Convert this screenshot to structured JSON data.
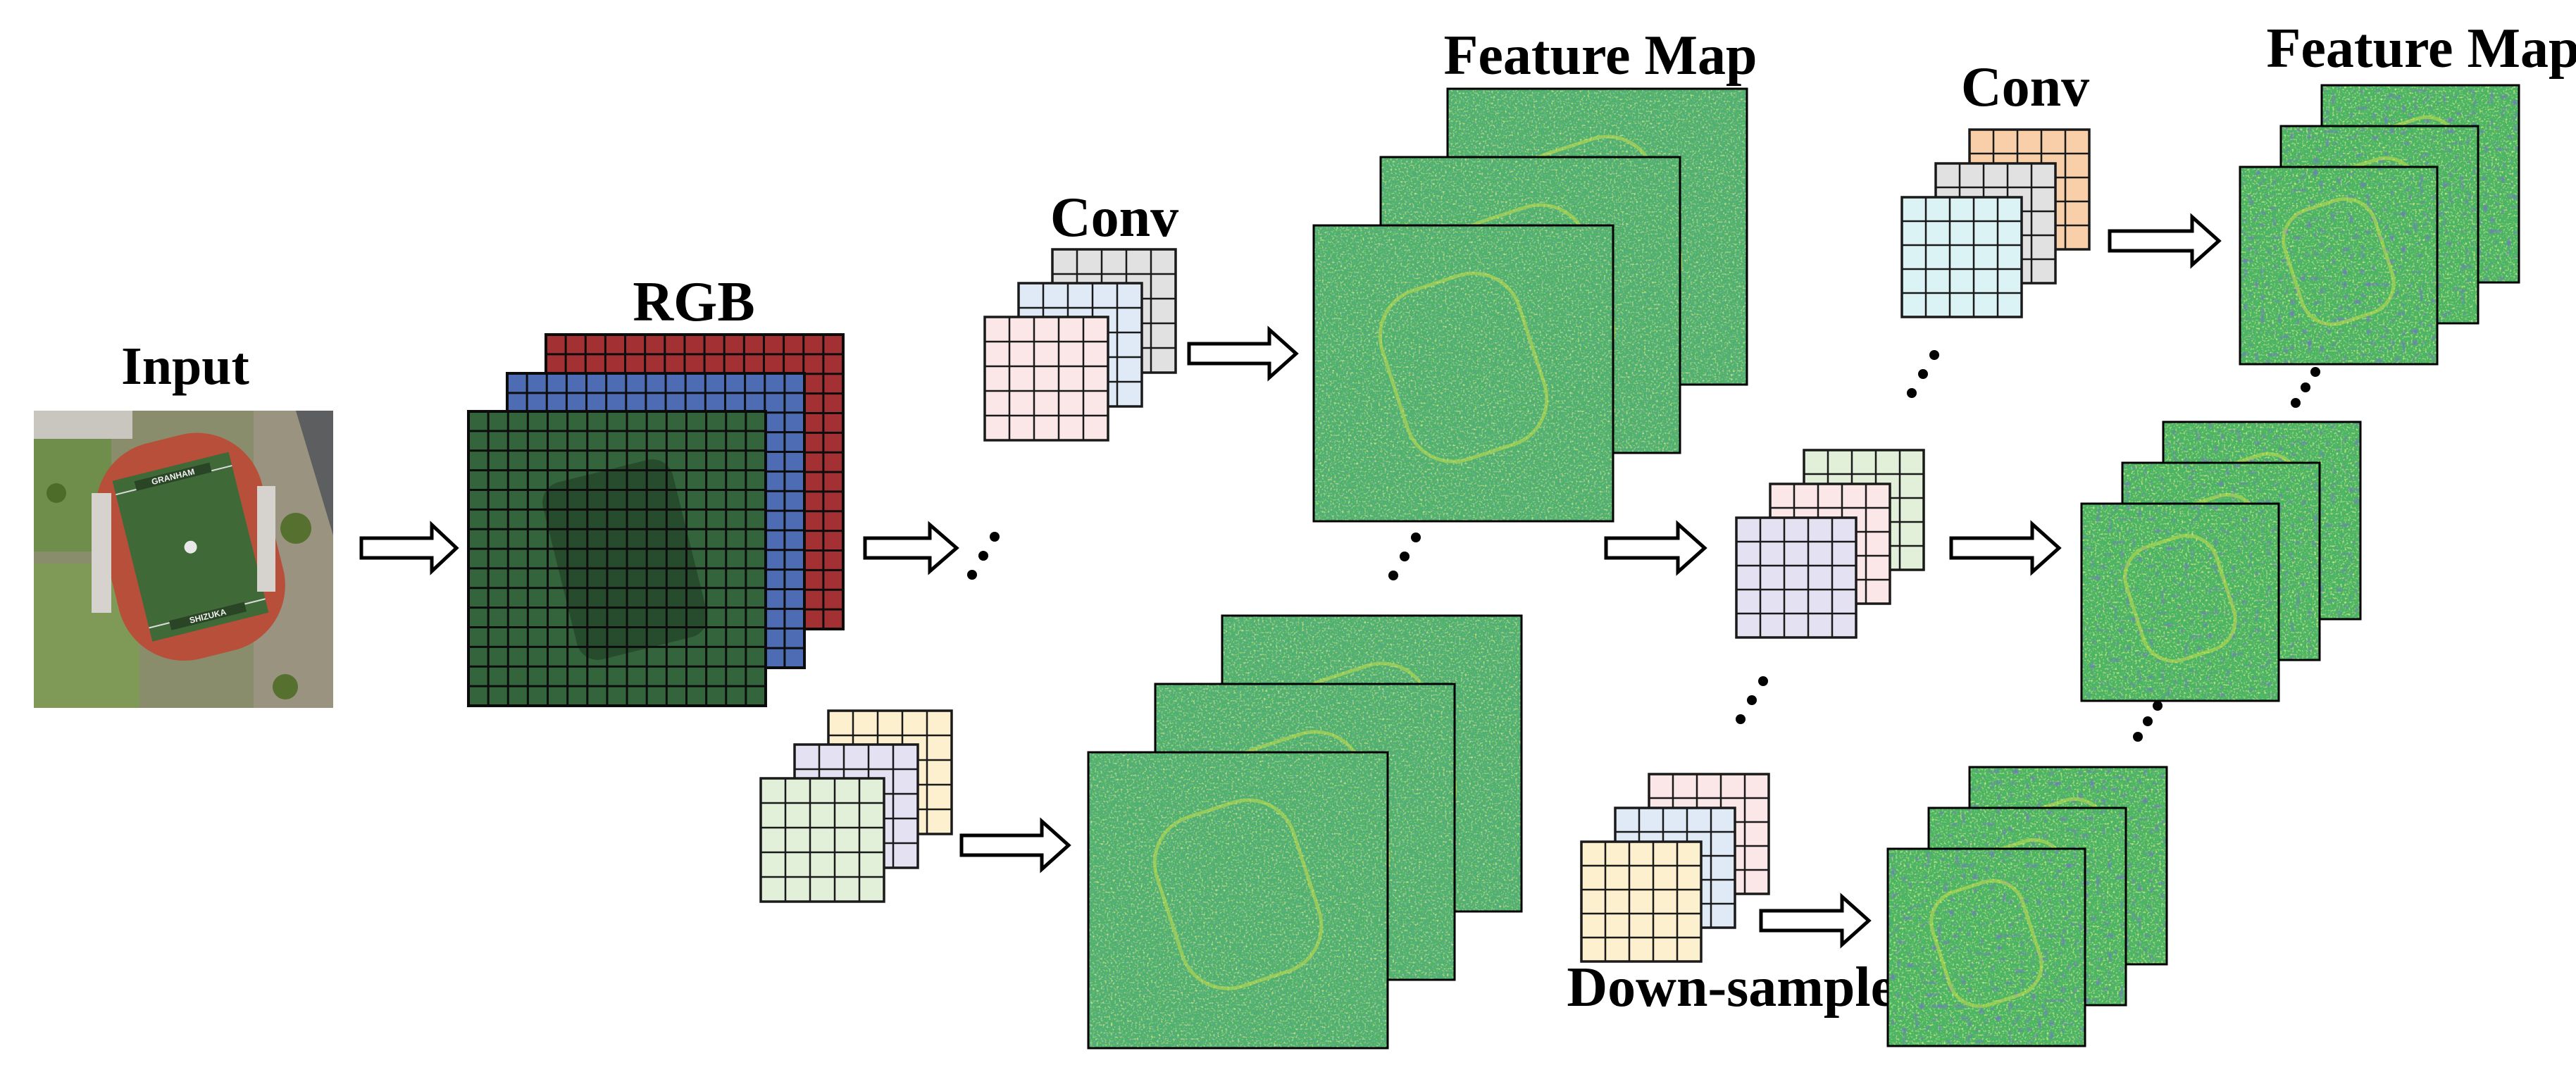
{
  "labels": {
    "input": "Input",
    "rgb": "RGB",
    "conv_1": "Conv",
    "feature_map_1": "Feature Map",
    "conv_2": "Conv",
    "feature_map_2": "Feature Map",
    "down_sampled": "Down-sampled"
  },
  "input_image": {
    "stadium_text_top": "GRANHAM",
    "stadium_text_bottom": "SHIZUKA"
  },
  "colors": {
    "rgb_red": "#c0393b",
    "rgb_blue": "#5b7fd4",
    "rgb_green": "#4f9a5d",
    "kernel_pink": "#fbe7e7",
    "kernel_blue": "#dfeaf6",
    "kernel_gray": "#e1e1e1",
    "kernel_yellow": "#fdf0cf",
    "kernel_lavender": "#e4e1f3",
    "kernel_green": "#e2f0da",
    "kernel_orange": "#f8cfa8",
    "kernel_cyan": "#dcf3f6",
    "feature_base": "#4ab464",
    "feature_dark": "#2e4a86",
    "feature_bright": "#d7e53a"
  },
  "icons": {
    "arrow": "hollow-right-arrow",
    "ellipsis": "diagonal-dots"
  }
}
